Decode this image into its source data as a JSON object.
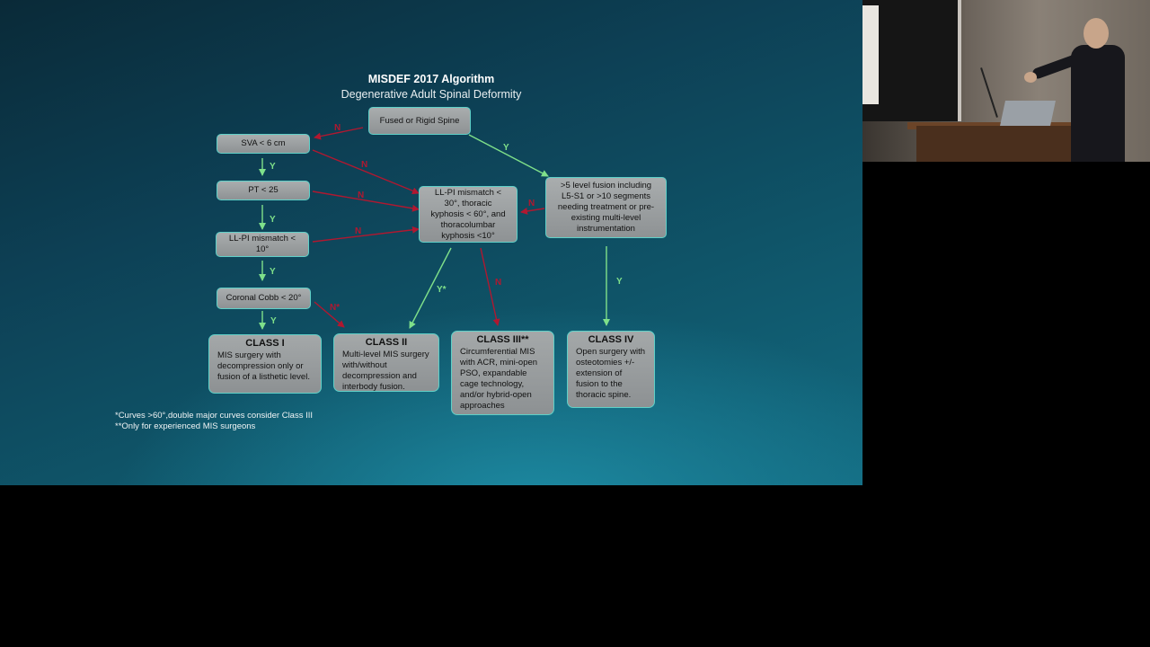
{
  "slide": {
    "title": "MISDEF 2017 Algorithm",
    "subtitle": "Degenerative Adult Spinal Deformity",
    "nodes": {
      "fused": "Fused or Rigid Spine",
      "sva": "SVA < 6 cm",
      "pt": "PT < 25",
      "llpi": "LL-PI mismatch < 10°",
      "cobb": "Coronal Cobb < 20°",
      "center": "LL-PI mismatch < 30°, thoracic kyphosis < 60°, and thoracolumbar kyphosis <10°",
      "right": ">5 level fusion including L5-S1 or >10 segments needing treatment or pre-existing multi-level instrumentation"
    },
    "classes": [
      {
        "title": "CLASS I",
        "body": "MIS surgery with decompression only or fusion of a listhetic level."
      },
      {
        "title": "CLASS II",
        "body": "Multi-level MIS surgery with/without decompression and interbody fusion."
      },
      {
        "title": "CLASS III**",
        "body": "Circumferential MIS with ACR, mini-open PSO, expandable cage technology, and/or hybrid-open approaches"
      },
      {
        "title": "CLASS IV",
        "body": "Open surgery with osteotomies +/- extension of fusion to the thoracic spine."
      }
    ],
    "edge_labels": {
      "yes": "Y",
      "no": "N",
      "yes_star": "Y*",
      "no_star": "N*"
    },
    "footnotes": [
      "*Curves >60°,double major curves consider Class III",
      "**Only for experienced MIS surgeons"
    ],
    "colors": {
      "yes_arrow": "#7fe08a",
      "no_arrow": "#b01830",
      "box_border": "#5fd0c8"
    }
  }
}
